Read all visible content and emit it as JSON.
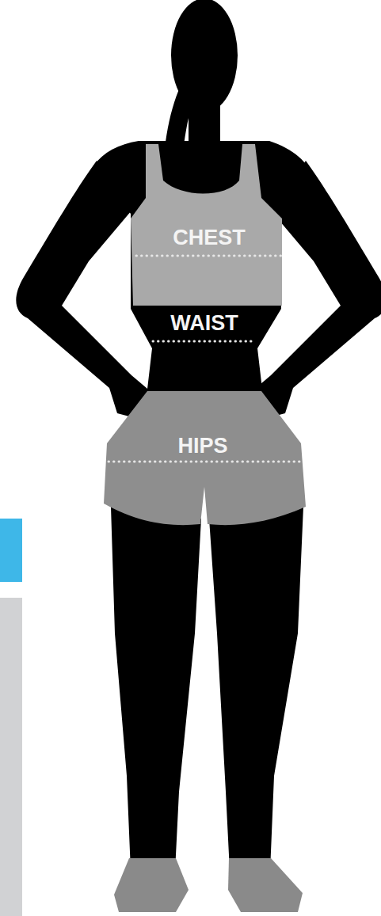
{
  "diagram": {
    "labels": [
      "CHEST",
      "WAIST",
      "HIPS"
    ]
  }
}
